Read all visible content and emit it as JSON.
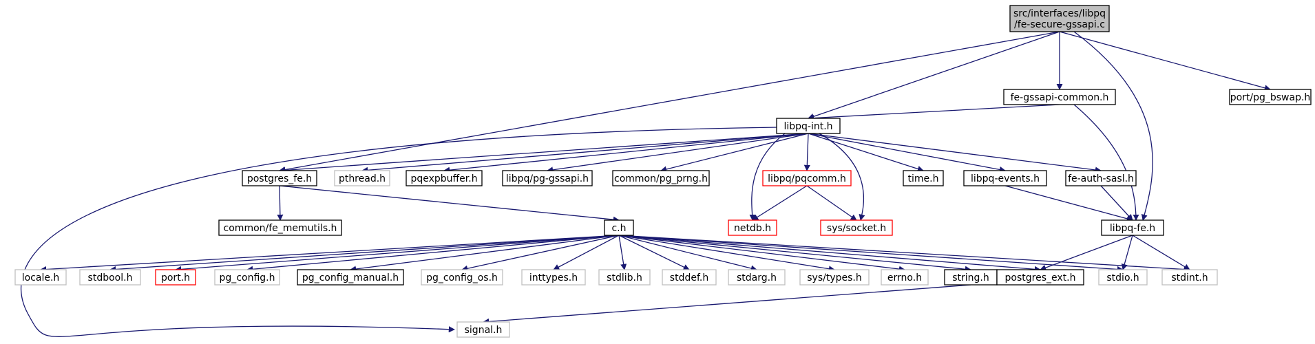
{
  "colors": {
    "edge": "#191970",
    "root_fill": "#bfbfbf",
    "normal_border": "#000000",
    "missing_border": "#bfbfbf",
    "truncated_border": "#ff0000"
  },
  "nodes": [
    {
      "id": "root",
      "label": "src/interfaces/libpq\n/fe-secure-gssapi.c",
      "style": "root"
    },
    {
      "id": "fe_gssapi_common",
      "label": "fe-gssapi-common.h",
      "style": "normal"
    },
    {
      "id": "port_pg_bswap",
      "label": "port/pg_bswap.h",
      "style": "normal"
    },
    {
      "id": "libpq_int",
      "label": "libpq-int.h",
      "style": "normal"
    },
    {
      "id": "postgres_fe",
      "label": "postgres_fe.h",
      "style": "normal"
    },
    {
      "id": "pthread",
      "label": "pthread.h",
      "style": "missing"
    },
    {
      "id": "pqexpbuffer",
      "label": "pqexpbuffer.h",
      "style": "normal"
    },
    {
      "id": "libpq_pg_gssapi",
      "label": "libpq/pg-gssapi.h",
      "style": "normal"
    },
    {
      "id": "common_pg_prng",
      "label": "common/pg_prng.h",
      "style": "normal"
    },
    {
      "id": "libpq_pqcomm",
      "label": "libpq/pqcomm.h",
      "style": "truncated"
    },
    {
      "id": "time_h",
      "label": "time.h",
      "style": "normal"
    },
    {
      "id": "libpq_events",
      "label": "libpq-events.h",
      "style": "normal"
    },
    {
      "id": "fe_auth_sasl",
      "label": "fe-auth-sasl.h",
      "style": "normal"
    },
    {
      "id": "common_fe_memutils",
      "label": "common/fe_memutils.h",
      "style": "normal"
    },
    {
      "id": "c_h",
      "label": "c.h",
      "style": "normal"
    },
    {
      "id": "netdb",
      "label": "netdb.h",
      "style": "truncated"
    },
    {
      "id": "sys_socket",
      "label": "sys/socket.h",
      "style": "truncated"
    },
    {
      "id": "libpq_fe",
      "label": "libpq-fe.h",
      "style": "normal"
    },
    {
      "id": "locale",
      "label": "locale.h",
      "style": "missing"
    },
    {
      "id": "stdbool",
      "label": "stdbool.h",
      "style": "missing"
    },
    {
      "id": "port_h",
      "label": "port.h",
      "style": "truncated"
    },
    {
      "id": "pg_config",
      "label": "pg_config.h",
      "style": "missing"
    },
    {
      "id": "pg_config_manual",
      "label": "pg_config_manual.h",
      "style": "normal"
    },
    {
      "id": "pg_config_os",
      "label": "pg_config_os.h",
      "style": "missing"
    },
    {
      "id": "inttypes",
      "label": "inttypes.h",
      "style": "missing"
    },
    {
      "id": "stdlib",
      "label": "stdlib.h",
      "style": "missing"
    },
    {
      "id": "stddef",
      "label": "stddef.h",
      "style": "missing"
    },
    {
      "id": "stdarg",
      "label": "stdarg.h",
      "style": "missing"
    },
    {
      "id": "sys_types",
      "label": "sys/types.h",
      "style": "missing"
    },
    {
      "id": "errno",
      "label": "errno.h",
      "style": "missing"
    },
    {
      "id": "string_h",
      "label": "string.h",
      "style": "normal"
    },
    {
      "id": "postgres_ext",
      "label": "postgres_ext.h",
      "style": "normal"
    },
    {
      "id": "stdio",
      "label": "stdio.h",
      "style": "missing"
    },
    {
      "id": "stdint",
      "label": "stdint.h",
      "style": "missing"
    },
    {
      "id": "signal",
      "label": "signal.h",
      "style": "missing"
    }
  ],
  "edges": [
    [
      "root",
      "libpq_int"
    ],
    [
      "root",
      "postgres_fe"
    ],
    [
      "root",
      "fe_gssapi_common"
    ],
    [
      "root",
      "libpq_fe"
    ],
    [
      "root",
      "port_pg_bswap"
    ],
    [
      "fe_gssapi_common",
      "libpq_int"
    ],
    [
      "fe_gssapi_common",
      "libpq_fe"
    ],
    [
      "libpq_int",
      "postgres_fe"
    ],
    [
      "libpq_int",
      "pthread"
    ],
    [
      "libpq_int",
      "pqexpbuffer"
    ],
    [
      "libpq_int",
      "libpq_pg_gssapi"
    ],
    [
      "libpq_int",
      "common_pg_prng"
    ],
    [
      "libpq_int",
      "libpq_pqcomm"
    ],
    [
      "libpq_int",
      "netdb"
    ],
    [
      "libpq_int",
      "sys_socket"
    ],
    [
      "libpq_int",
      "time_h"
    ],
    [
      "libpq_int",
      "libpq_events"
    ],
    [
      "libpq_int",
      "fe_auth_sasl"
    ],
    [
      "libpq_int",
      "signal"
    ],
    [
      "postgres_fe",
      "common_fe_memutils"
    ],
    [
      "postgres_fe",
      "c_h"
    ],
    [
      "libpq_pqcomm",
      "netdb"
    ],
    [
      "libpq_pqcomm",
      "sys_socket"
    ],
    [
      "libpq_events",
      "libpq_fe"
    ],
    [
      "fe_auth_sasl",
      "libpq_fe"
    ],
    [
      "c_h",
      "locale"
    ],
    [
      "c_h",
      "stdbool"
    ],
    [
      "c_h",
      "port_h"
    ],
    [
      "c_h",
      "pg_config"
    ],
    [
      "c_h",
      "pg_config_manual"
    ],
    [
      "c_h",
      "pg_config_os"
    ],
    [
      "c_h",
      "inttypes"
    ],
    [
      "c_h",
      "stdlib"
    ],
    [
      "c_h",
      "stddef"
    ],
    [
      "c_h",
      "stdarg"
    ],
    [
      "c_h",
      "sys_types"
    ],
    [
      "c_h",
      "errno"
    ],
    [
      "c_h",
      "string_h"
    ],
    [
      "c_h",
      "postgres_ext"
    ],
    [
      "c_h",
      "stdio"
    ],
    [
      "c_h",
      "stdint"
    ],
    [
      "libpq_fe",
      "postgres_ext"
    ],
    [
      "libpq_fe",
      "stdio"
    ],
    [
      "libpq_fe",
      "stdint"
    ],
    [
      "string_h",
      "signal"
    ]
  ]
}
